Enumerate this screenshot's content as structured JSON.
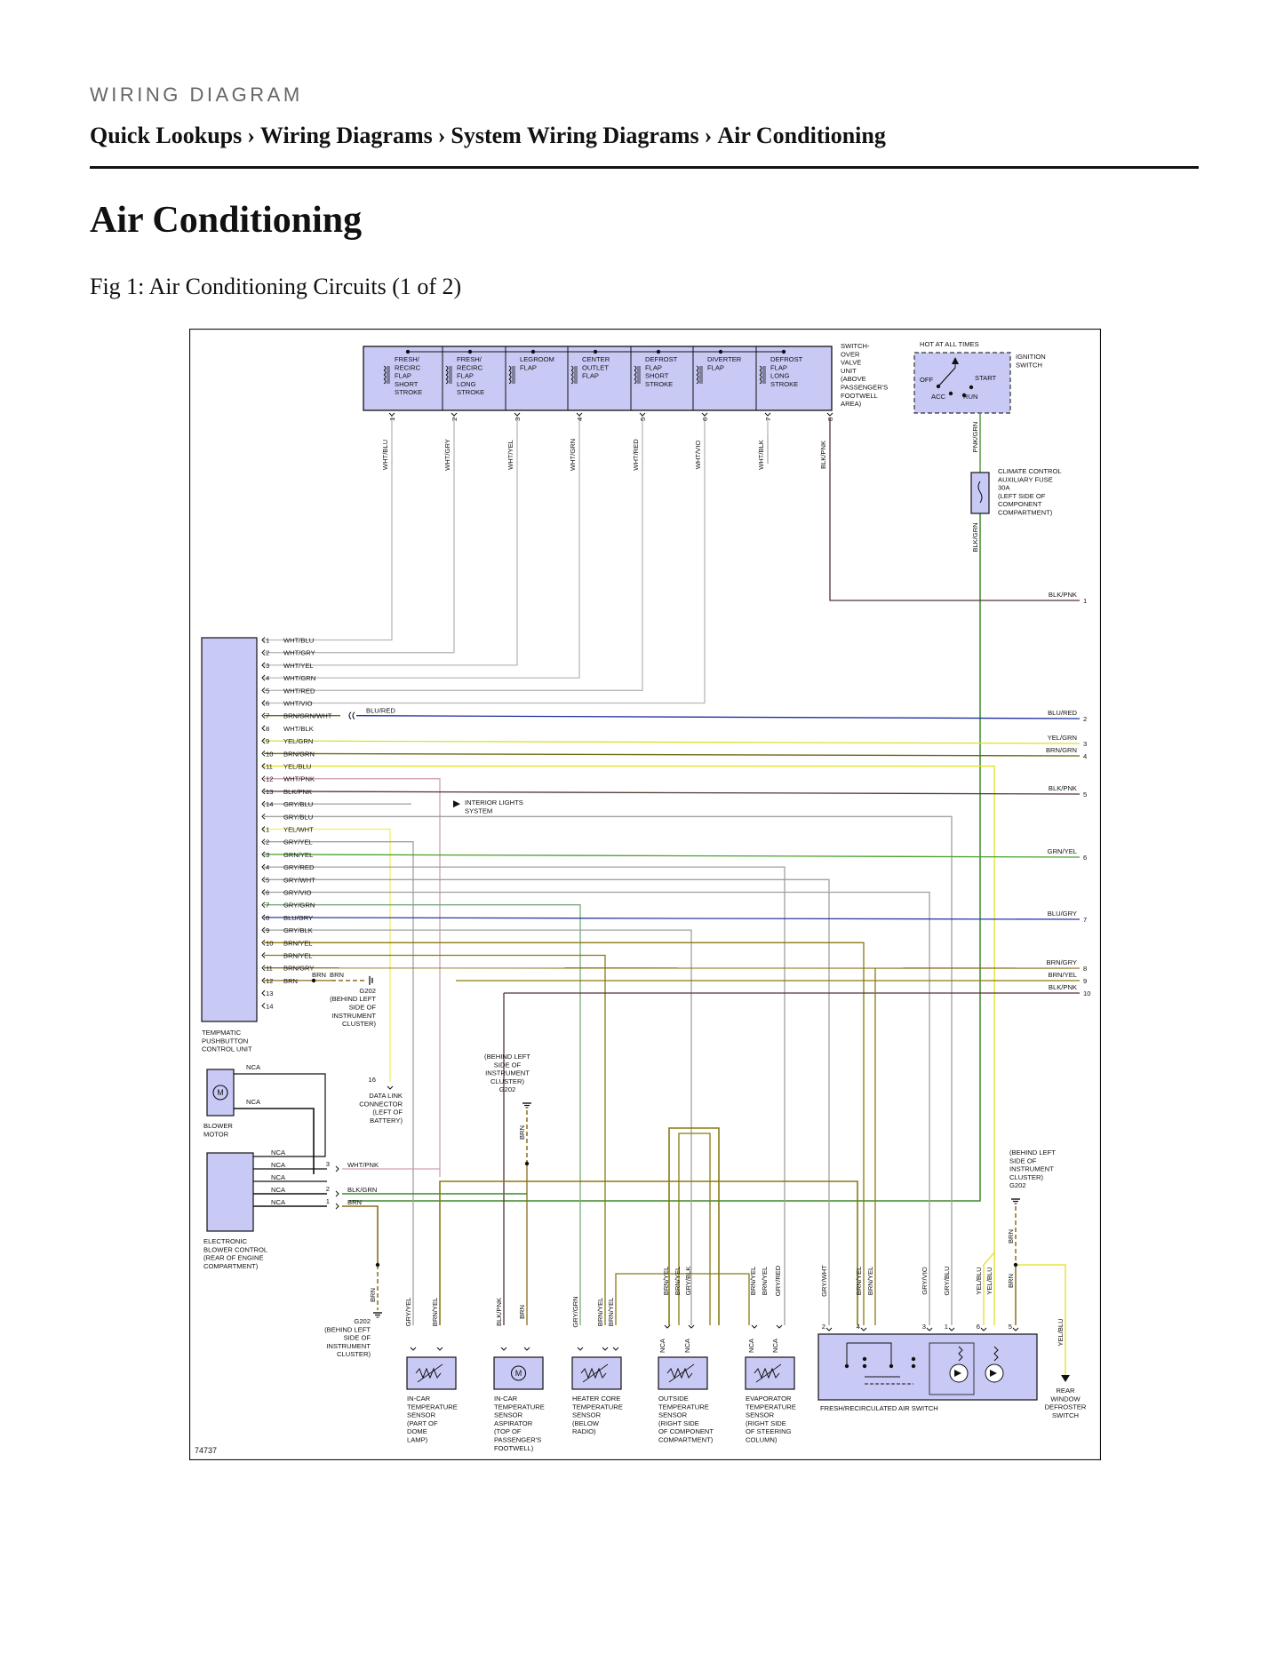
{
  "header": {
    "kicker": "WIRING DIAGRAM",
    "breadcrumb": [
      "Quick Lookups",
      "Wiring Diagrams",
      "System Wiring Diagrams",
      "Air Conditioning"
    ],
    "separator": "›"
  },
  "page_title": "Air Conditioning",
  "figure": {
    "caption": "Fig 1: Air Conditioning Circuits (1 of 2)",
    "figure_id": "74737",
    "colors": {
      "component_fill": "#c9c9f5",
      "frame": "#111111",
      "wire_neutral": "#888888"
    },
    "switchover_valve": {
      "label": [
        "SWITCH-",
        "OVER",
        "VALVE",
        "UNIT",
        "(ABOVE",
        "PASSENGER'S",
        "FOOTWELL",
        "AREA)"
      ],
      "flaps": [
        [
          "FRESH/",
          "RECIRC",
          "FLAP",
          "SHORT",
          "STROKE"
        ],
        [
          "FRESH/",
          "RECIRC",
          "FLAP",
          "LONG",
          "STROKE"
        ],
        [
          "LEGROOM",
          "FLAP"
        ],
        [
          "CENTER",
          "OUTLET",
          "FLAP"
        ],
        [
          "DEFROST",
          "FLAP",
          "SHORT",
          "STROKE"
        ],
        [
          "DIVERTER",
          "FLAP"
        ],
        [
          "DEFROST",
          "FLAP",
          "LONG",
          "STROKE"
        ]
      ],
      "pins": [
        "1",
        "2",
        "3",
        "4",
        "5",
        "6",
        "7",
        "8"
      ],
      "wires": [
        "WHT/BLU",
        "WHT/GRY",
        "WHT/YEL",
        "WHT/GRN",
        "WHT/RED",
        "WHT/VIO",
        "WHT/BLK",
        "BLK/PNK"
      ]
    },
    "ignition": {
      "hot_label": "HOT AT ALL TIMES",
      "label": [
        "IGNITION",
        "SWITCH"
      ],
      "positions": [
        "OFF",
        "START",
        "ACC",
        "RUN"
      ],
      "wire": "PNK/GRN"
    },
    "fuse": {
      "label": [
        "CLIMATE CONTROL",
        "AUXILIARY FUSE",
        "30A",
        "(LEFT SIDE OF",
        "COMPONENT",
        "COMPARTMENT)"
      ],
      "wire": "BLK/GRN"
    },
    "control_unit": {
      "label": [
        "TEMPMATIC",
        "PUSHBUTTON",
        "CONTROL UNIT"
      ],
      "pins_a": [
        {
          "pin": "1",
          "wire": "WHT/BLU"
        },
        {
          "pin": "2",
          "wire": "WHT/GRY"
        },
        {
          "pin": "3",
          "wire": "WHT/YEL"
        },
        {
          "pin": "4",
          "wire": "WHT/GRN"
        },
        {
          "pin": "5",
          "wire": "WHT/RED"
        },
        {
          "pin": "6",
          "wire": "WHT/VIO"
        },
        {
          "pin": "7",
          "wire": "BRN/GRN/WHT"
        },
        {
          "pin": "8",
          "wire": "WHT/BLK"
        },
        {
          "pin": "9",
          "wire": "YEL/GRN"
        },
        {
          "pin": "10",
          "wire": "BRN/GRN"
        },
        {
          "pin": "11",
          "wire": "YEL/BLU"
        },
        {
          "pin": "12",
          "wire": "WHT/PNK"
        },
        {
          "pin": "13",
          "wire": "BLK/PNK"
        },
        {
          "pin": "14",
          "wire": "GRY/BLU"
        },
        {
          "pin": "",
          "wire": "GRY/BLU"
        }
      ],
      "pins_b": [
        {
          "pin": "1",
          "wire": "YEL/WHT"
        },
        {
          "pin": "2",
          "wire": "GRY/YEL"
        },
        {
          "pin": "3",
          "wire": "GRN/YEL"
        },
        {
          "pin": "4",
          "wire": "GRY/RED"
        },
        {
          "pin": "5",
          "wire": "GRY/WHT"
        },
        {
          "pin": "6",
          "wire": "GRY/VIO"
        },
        {
          "pin": "7",
          "wire": "GRY/GRN"
        },
        {
          "pin": "8",
          "wire": "BLU/GRY"
        },
        {
          "pin": "9",
          "wire": "GRY/BLK"
        },
        {
          "pin": "10",
          "wire": "BRN/YEL"
        },
        {
          "pin": "",
          "wire": "BRN/YEL"
        },
        {
          "pin": "11",
          "wire": "BRN/GRY"
        },
        {
          "pin": "12",
          "wire": "BRN"
        },
        {
          "pin": "13",
          "wire": ""
        },
        {
          "pin": "14",
          "wire": ""
        }
      ]
    },
    "blu_red_label": "BLU/RED",
    "brn_label": "BRN",
    "interior_lights": [
      "INTERIOR LIGHTS",
      "SYSTEM"
    ],
    "offpage": [
      {
        "wire": "BLK/PNK",
        "ref": "1"
      },
      {
        "wire": "BLU/RED",
        "ref": "2"
      },
      {
        "wire": "YEL/GRN",
        "ref": "3"
      },
      {
        "wire": "BRN/GRN",
        "ref": "4"
      },
      {
        "wire": "BLK/PNK",
        "ref": "5"
      },
      {
        "wire": "GRN/YEL",
        "ref": "6"
      },
      {
        "wire": "BLU/GRY",
        "ref": "7"
      },
      {
        "wire": "BRN/GRY",
        "ref": "8"
      },
      {
        "wire": "BRN/YEL",
        "ref": "9"
      },
      {
        "wire": "BLK/PNK",
        "ref": "10"
      }
    ],
    "ground_g202_label": [
      "G202",
      "(BEHIND LEFT",
      "SIDE OF",
      "INSTRUMENT",
      "CLUSTER)"
    ],
    "ground_mid_label": [
      "(BEHIND LEFT",
      "SIDE OF",
      "INSTRUMENT",
      "CLUSTER)",
      "G202"
    ],
    "ground_right_label": [
      "(BEHIND LEFT",
      "SIDE OF",
      "INSTRUMENT",
      "CLUSTER)",
      "G202"
    ],
    "ground_bottom_label": [
      "G202",
      "(BEHIND LEFT",
      "SIDE OF",
      "INSTRUMENT",
      "CLUSTER)"
    ],
    "data_link": {
      "pin": "16",
      "label": [
        "DATA LINK",
        "CONNECTOR",
        "(LEFT OF",
        "BATTERY)"
      ]
    },
    "blower_motor": {
      "label": [
        "BLOWER",
        "MOTOR"
      ],
      "nca": "NCA",
      "symbol": "M"
    },
    "blower_control": {
      "label": [
        "ELECTRONIC",
        "BLOWER CONTROL",
        "(REAR OF ENGINE",
        "COMPARTMENT)"
      ],
      "nca": "NCA",
      "pins": [
        {
          "pin": "3",
          "wire": "WHT/PNK"
        },
        {
          "pin": "2",
          "wire": "BLK/GRN"
        },
        {
          "pin": "1",
          "wire": "BRN"
        }
      ]
    },
    "sensors": [
      {
        "label": [
          "IN-CAR",
          "TEMPERATURE",
          "SENSOR",
          "(PART OF",
          "DOME",
          "LAMP)"
        ],
        "wires": [
          "GRY/YEL",
          "BRN/YEL"
        ]
      },
      {
        "label": [
          "IN-CAR",
          "TEMPERATURE",
          "SENSOR",
          "ASPIRATOR",
          "(TOP OF",
          "PASSENGER'S",
          "FOOTWELL)"
        ],
        "wires": [
          "BLK/PNK",
          "BRN"
        ]
      },
      {
        "label": [
          "HEATER CORE",
          "TEMPERATURE",
          "SENSOR",
          "(BELOW",
          "RADIO)"
        ],
        "wires": [
          "GRY/GRN",
          "BRN/YEL",
          "BRN/YEL"
        ]
      },
      {
        "label": [
          "OUTSIDE",
          "TEMPERATURE",
          "SENSOR",
          "(RIGHT SIDE",
          "OF COMPONENT",
          "COMPARTMENT)"
        ],
        "wires": [
          "BRN/YEL",
          "BRN/YEL",
          "GRY/BLK"
        ],
        "nca": "NCA"
      },
      {
        "label": [
          "EVAPORATOR",
          "TEMPERATURE",
          "SENSOR",
          "(RIGHT SIDE",
          "OF STEERING",
          "COLUMN)"
        ],
        "wires": [
          "BRN/YEL",
          "BRN/YEL",
          "GRY/RED"
        ],
        "nca": "NCA"
      }
    ],
    "air_switch": {
      "label": "FRESH/RECIRCULATED AIR SWITCH",
      "pins": [
        "2",
        "4",
        "3",
        "1",
        "6",
        "5"
      ],
      "wires": [
        "GRY/WHT",
        "BRN/YEL",
        "BRN/YEL",
        "GRY/VIO",
        "GRY/BLU",
        "YEL/BLU",
        "YEL/BLU",
        "BRN"
      ]
    },
    "rear_defroster": {
      "label": [
        "REAR",
        "WINDOW",
        "DEFROSTER",
        "SWITCH"
      ],
      "wire": "YEL/BLU"
    }
  }
}
